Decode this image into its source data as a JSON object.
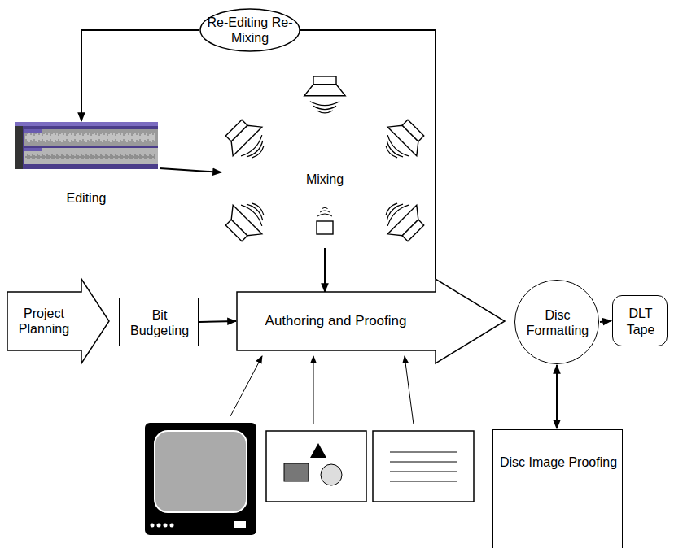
{
  "diagram": {
    "nodes": [
      {
        "text": [
          "Re-Editing Re-Mixing"
        ]
      },
      {
        "text": [
          "Editing"
        ]
      },
      {
        "text": [
          "Mixing"
        ]
      },
      {
        "text": [
          "Project Planning"
        ]
      },
      {
        "text": [
          "Bit Budgeting"
        ]
      },
      {
        "text": [
          "Authoring and Proofing"
        ]
      },
      {
        "text": [
          "Disc Formatting"
        ]
      },
      {
        "text": [
          "DLT Tape"
        ]
      },
      {
        "text": [
          "Disc Image Proofing"
        ]
      }
    ],
    "edges": [
      {
        "from": 0,
        "to": 1,
        "arrow": "to"
      },
      {
        "from": 1,
        "to": 2,
        "arrow": "to"
      },
      {
        "from": 2,
        "to": 5,
        "arrow": "to"
      },
      {
        "from": 4,
        "to": 5,
        "arrow": "to"
      },
      {
        "from": 5,
        "to": 0,
        "arrow": "none"
      },
      {
        "from": 6,
        "to": 7,
        "arrow": "to"
      },
      {
        "from": 6,
        "to": 8,
        "arrow": "both"
      }
    ]
  }
}
